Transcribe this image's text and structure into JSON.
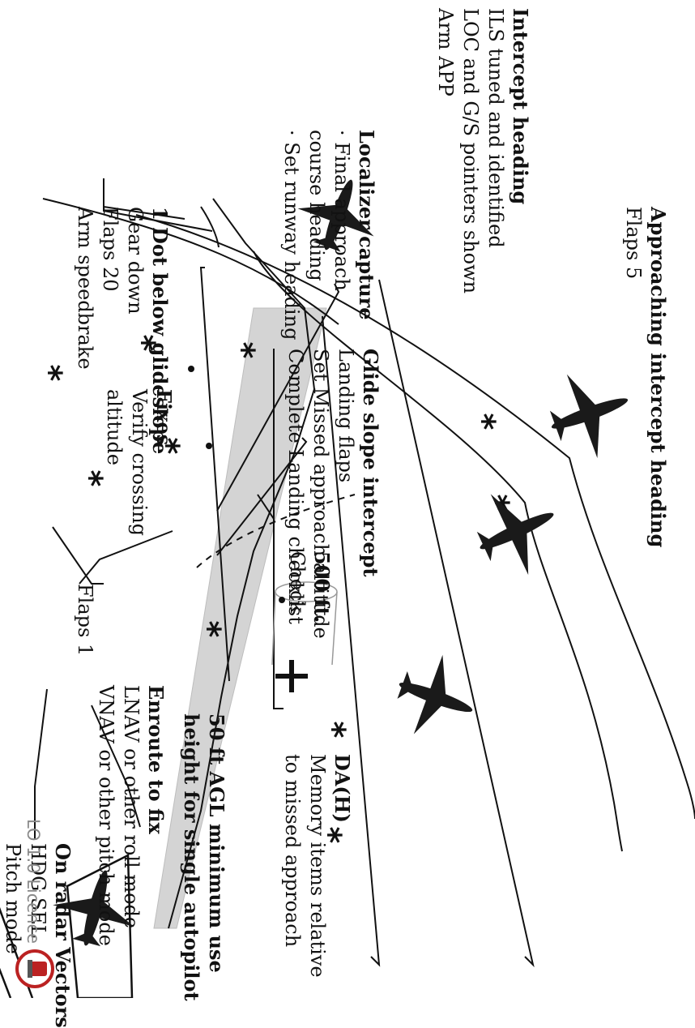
{
  "labels": {
    "approaching": {
      "title": "Approaching intercept heading",
      "lines": [
        "Flaps 5"
      ]
    },
    "flaps1": {
      "title": "",
      "lines": [
        "Flaps 1"
      ]
    },
    "radar": {
      "title": "On radar Vectors",
      "lines": [
        "HDG SEL",
        "Pitch mode"
      ]
    },
    "enroute": {
      "title": "Enroute to fix",
      "lines": [
        "LNAV or other roll mode",
        "VNAV or other pitch mode"
      ]
    },
    "localizer": {
      "title": "Localizer capture",
      "lines": [
        "· Final approach",
        "course heading",
        "· Set runway heading"
      ]
    },
    "intercept": {
      "title": "Intercept heading",
      "lines": [
        "ILS tuned and identified",
        "LOC and G/S pointers shown",
        "Arm APP"
      ]
    },
    "glideslope": {
      "title": "Glide slope intercept",
      "lines": [
        "Landing flaps",
        "Set Missed approach altitude",
        "Complete Landing checklist"
      ]
    },
    "fixes": {
      "title": "Fixes",
      "lines": [
        "Verify crossing",
        "altitude"
      ]
    },
    "onedot": {
      "title": "1 Dot below glideslope",
      "lines": [
        "Gear down",
        "Flaps 20",
        "Arm speedbrake"
      ]
    },
    "check500": {
      "title": "500 ft.",
      "lines": [
        "Check"
      ]
    },
    "dah": {
      "title": "DA(H)",
      "lines": [
        "Memory items relative",
        "to missed approach"
      ]
    },
    "min50": {
      "title": "50 ft AGL minimum use",
      "lines": [
        "height for single autopilot"
      ]
    }
  },
  "licence": {
    "text": "LO 1.0 Licence",
    "icon": "licence-logo-icon"
  },
  "colors": {
    "ink": "#111111",
    "beam": "#d3d3d3",
    "plane": "#1a1a1a"
  }
}
